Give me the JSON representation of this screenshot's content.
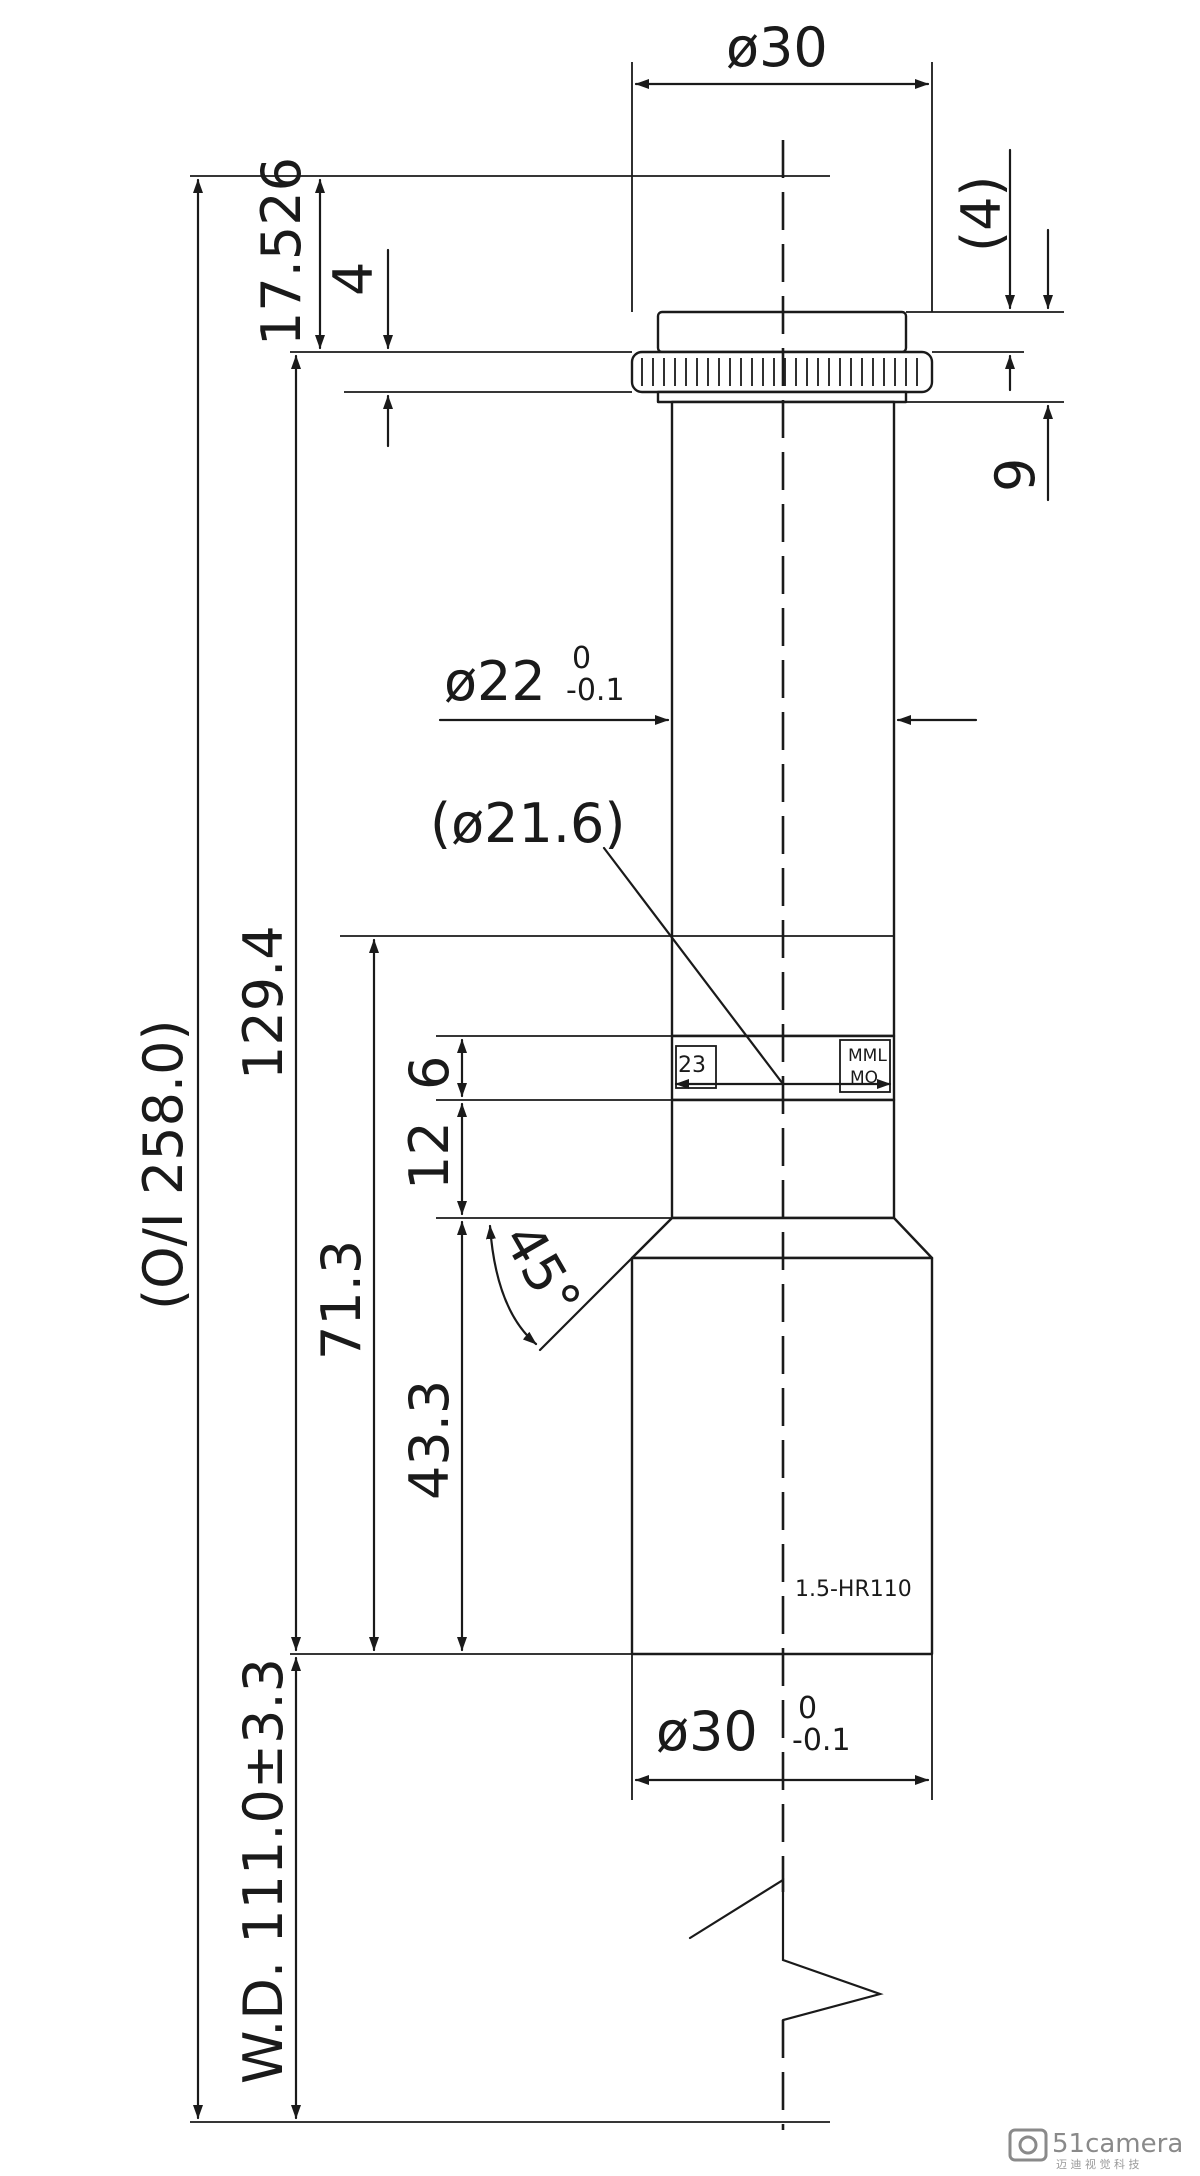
{
  "dimensions": {
    "top_diameter": "ø30",
    "tube_diameter": "ø22",
    "tube_tolerance_upper": "0",
    "tube_tolerance_lower": "-0.1",
    "ring_diameter": "(ø21.6)",
    "flange_height": "(4)",
    "knurl_height": "9",
    "top_offset": "17.526",
    "flange_step": "4",
    "overall": "(O/I 258.0)",
    "body_length": "129.4",
    "ring_width": "6",
    "ring_gap": "12",
    "length_from_ring": "71.3",
    "lower_body_length": "43.3",
    "chamfer_angle": "45°",
    "working_distance": "W.D. 111.0±3.3",
    "bottom_diameter": "ø30",
    "bottom_tolerance_upper": "0",
    "bottom_tolerance_lower": "-0.1"
  },
  "labels": {
    "ring_left_mark": "23",
    "ring_right_mark_top": "MML",
    "ring_right_mark_bottom": "MO",
    "model": "1.5-HR110"
  },
  "watermark": {
    "brand": "51camera",
    "sub": "迈 迪 视 觉 科 技"
  }
}
